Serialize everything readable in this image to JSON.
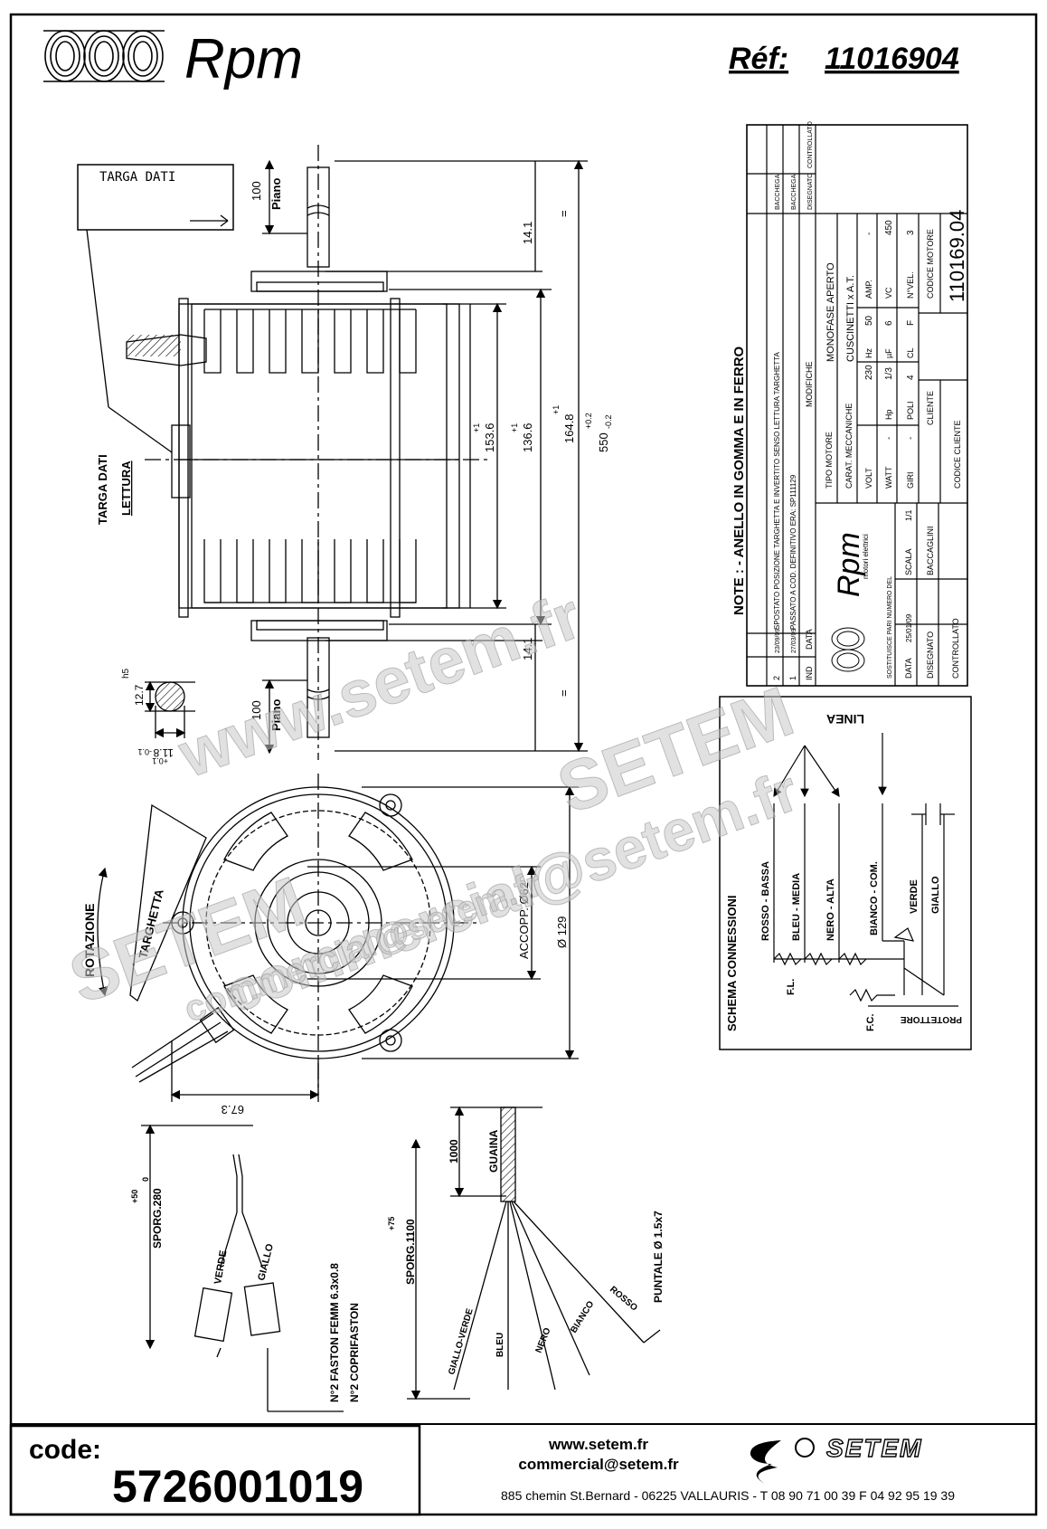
{
  "header": {
    "brand": "Rpm",
    "ref_label": "Réf:",
    "ref_value": "11016904"
  },
  "drawing": {
    "data_plate": "TARGA DATI",
    "data_plate_reading_1": "TARGA DATI",
    "data_plate_reading_2": "LETTURA",
    "piano": "Piano",
    "dim_100": "100",
    "dim_14_1": "14.1",
    "dim_153": "153.6",
    "dim_136": "136.6",
    "dim_164": "164.8",
    "dim_550": "550",
    "tol_p1": "+1",
    "tol_p02": "+0.2",
    "tol_m02": "-0.2",
    "equal": "=",
    "shaft_h5": "h5",
    "shaft_dia": "12.7",
    "shaft_flat": "11.8",
    "shaft_tol": "-0.1",
    "shaft_tol2": "+0.1",
    "rotation": "ROTAZIONE",
    "tab": "TARGHETTA",
    "spigot": "ACCOPP. Ø62",
    "diameter": "Ø 129",
    "dim_67": "67.3"
  },
  "note": "NOTE : - ANELLO IN GOMMA E IN FERRO",
  "title_block": {
    "rev_rows": [
      {
        "n": "2",
        "date": "23/09/09",
        "text": "SPOSTATO POSIZIONE TARGHETTA E INVERTITO SENSO LETTURA TARGHETTA",
        "by": "BACCHEGA"
      },
      {
        "n": "1",
        "date": "27/03/09",
        "text": "PASSATO A COD. DEFINITIVO ERA: SP111129",
        "by": "BACCHEGA"
      }
    ],
    "rev_head": {
      "n": "IND",
      "date": "DATA",
      "text": "MODIFICHE",
      "drawn": "DISEGNATO",
      "checked": "CONTROLLATO"
    },
    "motor_type_label": "TIPO MOTORE",
    "motor_type": "MONOFASE APERTO",
    "mech_label": "CARAT. MECCANICHE",
    "mech": "CUSCINETTI x A.T.",
    "volt_label": "VOLT",
    "volt": "230",
    "hz_label": "Hz",
    "hz": "50",
    "amp_label": "AMP.",
    "amp": "-",
    "watt_label": "WATT",
    "watt": "-",
    "hp_label": "Hp",
    "hp": "1/3",
    "uf_label": "µF",
    "uf": "6",
    "vc_label": "VC",
    "vc": "450",
    "giri_label": "GIRI",
    "giri": "-",
    "poli_label": "POLI",
    "poli": "4",
    "cl_label": "CL",
    "cl": "F",
    "nvel_label": "N°VEL.",
    "nvel": "3",
    "cliente_label": "CLIENTE",
    "codice_motore_label": "CODICE MOTORE",
    "codice_motore": "110169.04",
    "codice_cliente_label": "CODICE CLIENTE",
    "sub_title": "motori elettrici",
    "sostituisce": "SOSTITUISCE PARI NUMERO DEL",
    "data_label": "DATA",
    "data": "25/01/09",
    "scala_label": "SCALA",
    "scala": "1/1",
    "disegnato_label": "DISEGNATO",
    "disegnato": "BACCAGLINI",
    "controllato_label": "CONTROLLATO"
  },
  "schema": {
    "title": "SCHEMA CONNESSIONI",
    "linea": "LINEA",
    "wires": [
      "ROSSO - BASSA",
      "BLEU - MEDIA",
      "NERO - ALTA",
      "BIANCO - COM.",
      "VERDE",
      "GIALLO"
    ],
    "fl": "F.L.",
    "fc": "F.C.",
    "protettore": "PROTETTORE"
  },
  "leads": {
    "sporg_280": "SPORG.280",
    "tol_50": "+50",
    "tol_0": "0",
    "verde": "VERDE",
    "giallo": "GIALLO",
    "faston": "N°2 FASTON FEMM 6.3x0.8",
    "coprifaston": "N°2 COPRIFASTON",
    "dim_1000": "1000",
    "guaina": "GUAINA",
    "sporg_1100": "SPORG.1100",
    "tol_75": "+75",
    "puntale": "PUNTALE Ø 1.5x7",
    "wire_names": [
      "GIALLO-VERDE",
      "BLEU",
      "NERO",
      "BIANCO",
      "ROSSO"
    ]
  },
  "watermark": {
    "w1": "www.setem.fr",
    "w2": "SETEM",
    "w3": "commercial@setem.fr",
    "w4": "SETEM",
    "w5": "commercial@setem.fr"
  },
  "footer": {
    "code_label": "code:",
    "code_value": "5726001019",
    "web": "www.setem.fr",
    "email": "commercial@setem.fr",
    "address": "885 chemin St.Bernard  -  06225 VALLAURIS  -  T 08 90 71 00 39   F 04 92 95 19 39",
    "logo_text": "SETEM"
  }
}
